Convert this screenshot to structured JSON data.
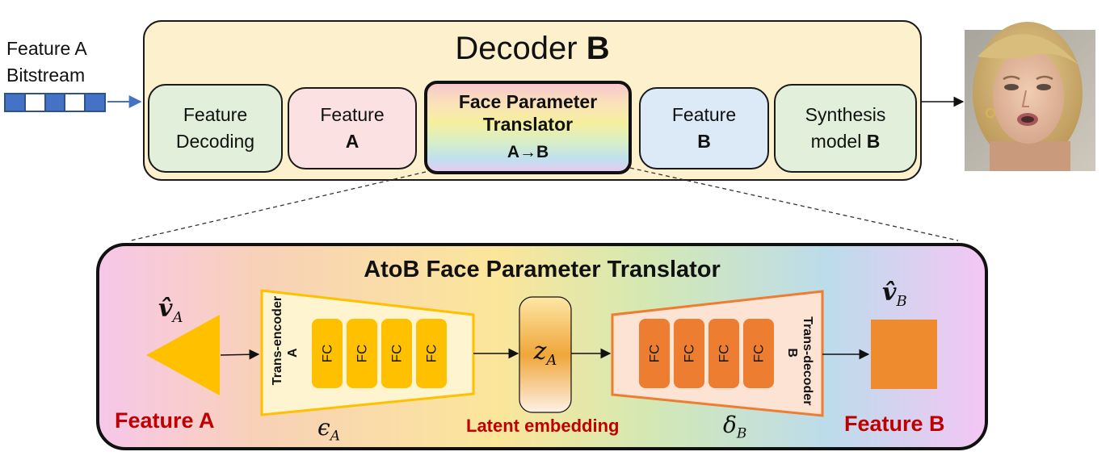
{
  "input": {
    "line1": "Feature A",
    "line2": "Bitstream",
    "bitstream_cells": [
      "filled",
      "empty",
      "filled",
      "empty",
      "filled"
    ]
  },
  "decoder": {
    "title_prefix": "Decoder ",
    "title_bold": "B",
    "modules": {
      "feature_decoding": {
        "line1": "Feature",
        "line2": "Decoding"
      },
      "feature_a": {
        "line1": "Feature",
        "line2": "A"
      },
      "translator": {
        "line1": "Face Parameter",
        "line2": "Translator",
        "line3": "A→B"
      },
      "feature_b": {
        "line1": "Feature",
        "line2": "B"
      },
      "synthesis": {
        "line1": "Synthesis",
        "line2_prefix": "model ",
        "line2_bold": "B"
      }
    }
  },
  "translator_detail": {
    "title": "AtoB Face Parameter Translator",
    "input_symbol": "v̂",
    "input_sub": "A",
    "output_symbol": "v̂",
    "output_sub": "B",
    "encoder_label_line1": "Trans-encoder",
    "encoder_label_line2": "A",
    "decoder_label_line1": "Trans-decoder",
    "decoder_label_line2": "B",
    "fc_label": "FC",
    "latent_symbol": "z",
    "latent_sub": "A",
    "encoder_symbol": "ϵ",
    "encoder_sub": "A",
    "decoder_symbol": "δ",
    "decoder_sub": "B",
    "feature_a_label": "Feature A",
    "latent_label": "Latent embedding",
    "feature_b_label": "Feature B"
  },
  "colors": {
    "decoder_bg": "#fdf0cc",
    "feature_decoding_bg": "#e2efda",
    "feature_a_bg": "#fbe1e1",
    "feature_b_bg": "#dce9f6",
    "synthesis_bg": "#e2efda",
    "triangle": "#ffc000",
    "encoder_fc": "#ffc000",
    "decoder_fc": "#ed7d31",
    "square": "#ed8b2e",
    "label_red": "#c00000",
    "arrow_blue": "#4472c4",
    "bitstream_blue": "#4472c4"
  },
  "icons": {
    "output_face": "face-photo-icon"
  }
}
